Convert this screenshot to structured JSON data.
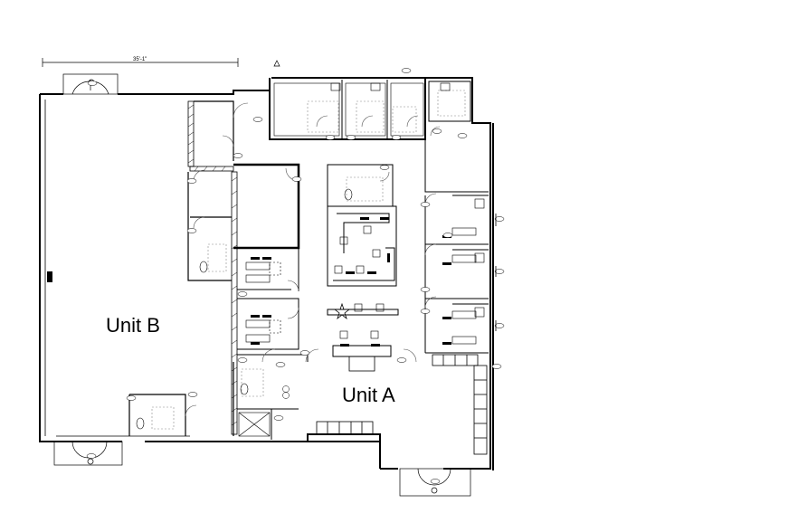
{
  "plan": {
    "dimension_label": "35'-1\"",
    "units": [
      {
        "id": "unit-b",
        "label": "Unit B"
      },
      {
        "id": "unit-a",
        "label": "Unit A"
      }
    ]
  },
  "colors": {
    "line": "#000000",
    "thin": "#555555",
    "dash": "#888888",
    "background": "#ffffff"
  },
  "icons": [
    "warning-triangle-icon",
    "star-icon",
    "door-swing-icon",
    "toilet-icon",
    "sink-icon",
    "chair-icon"
  ]
}
